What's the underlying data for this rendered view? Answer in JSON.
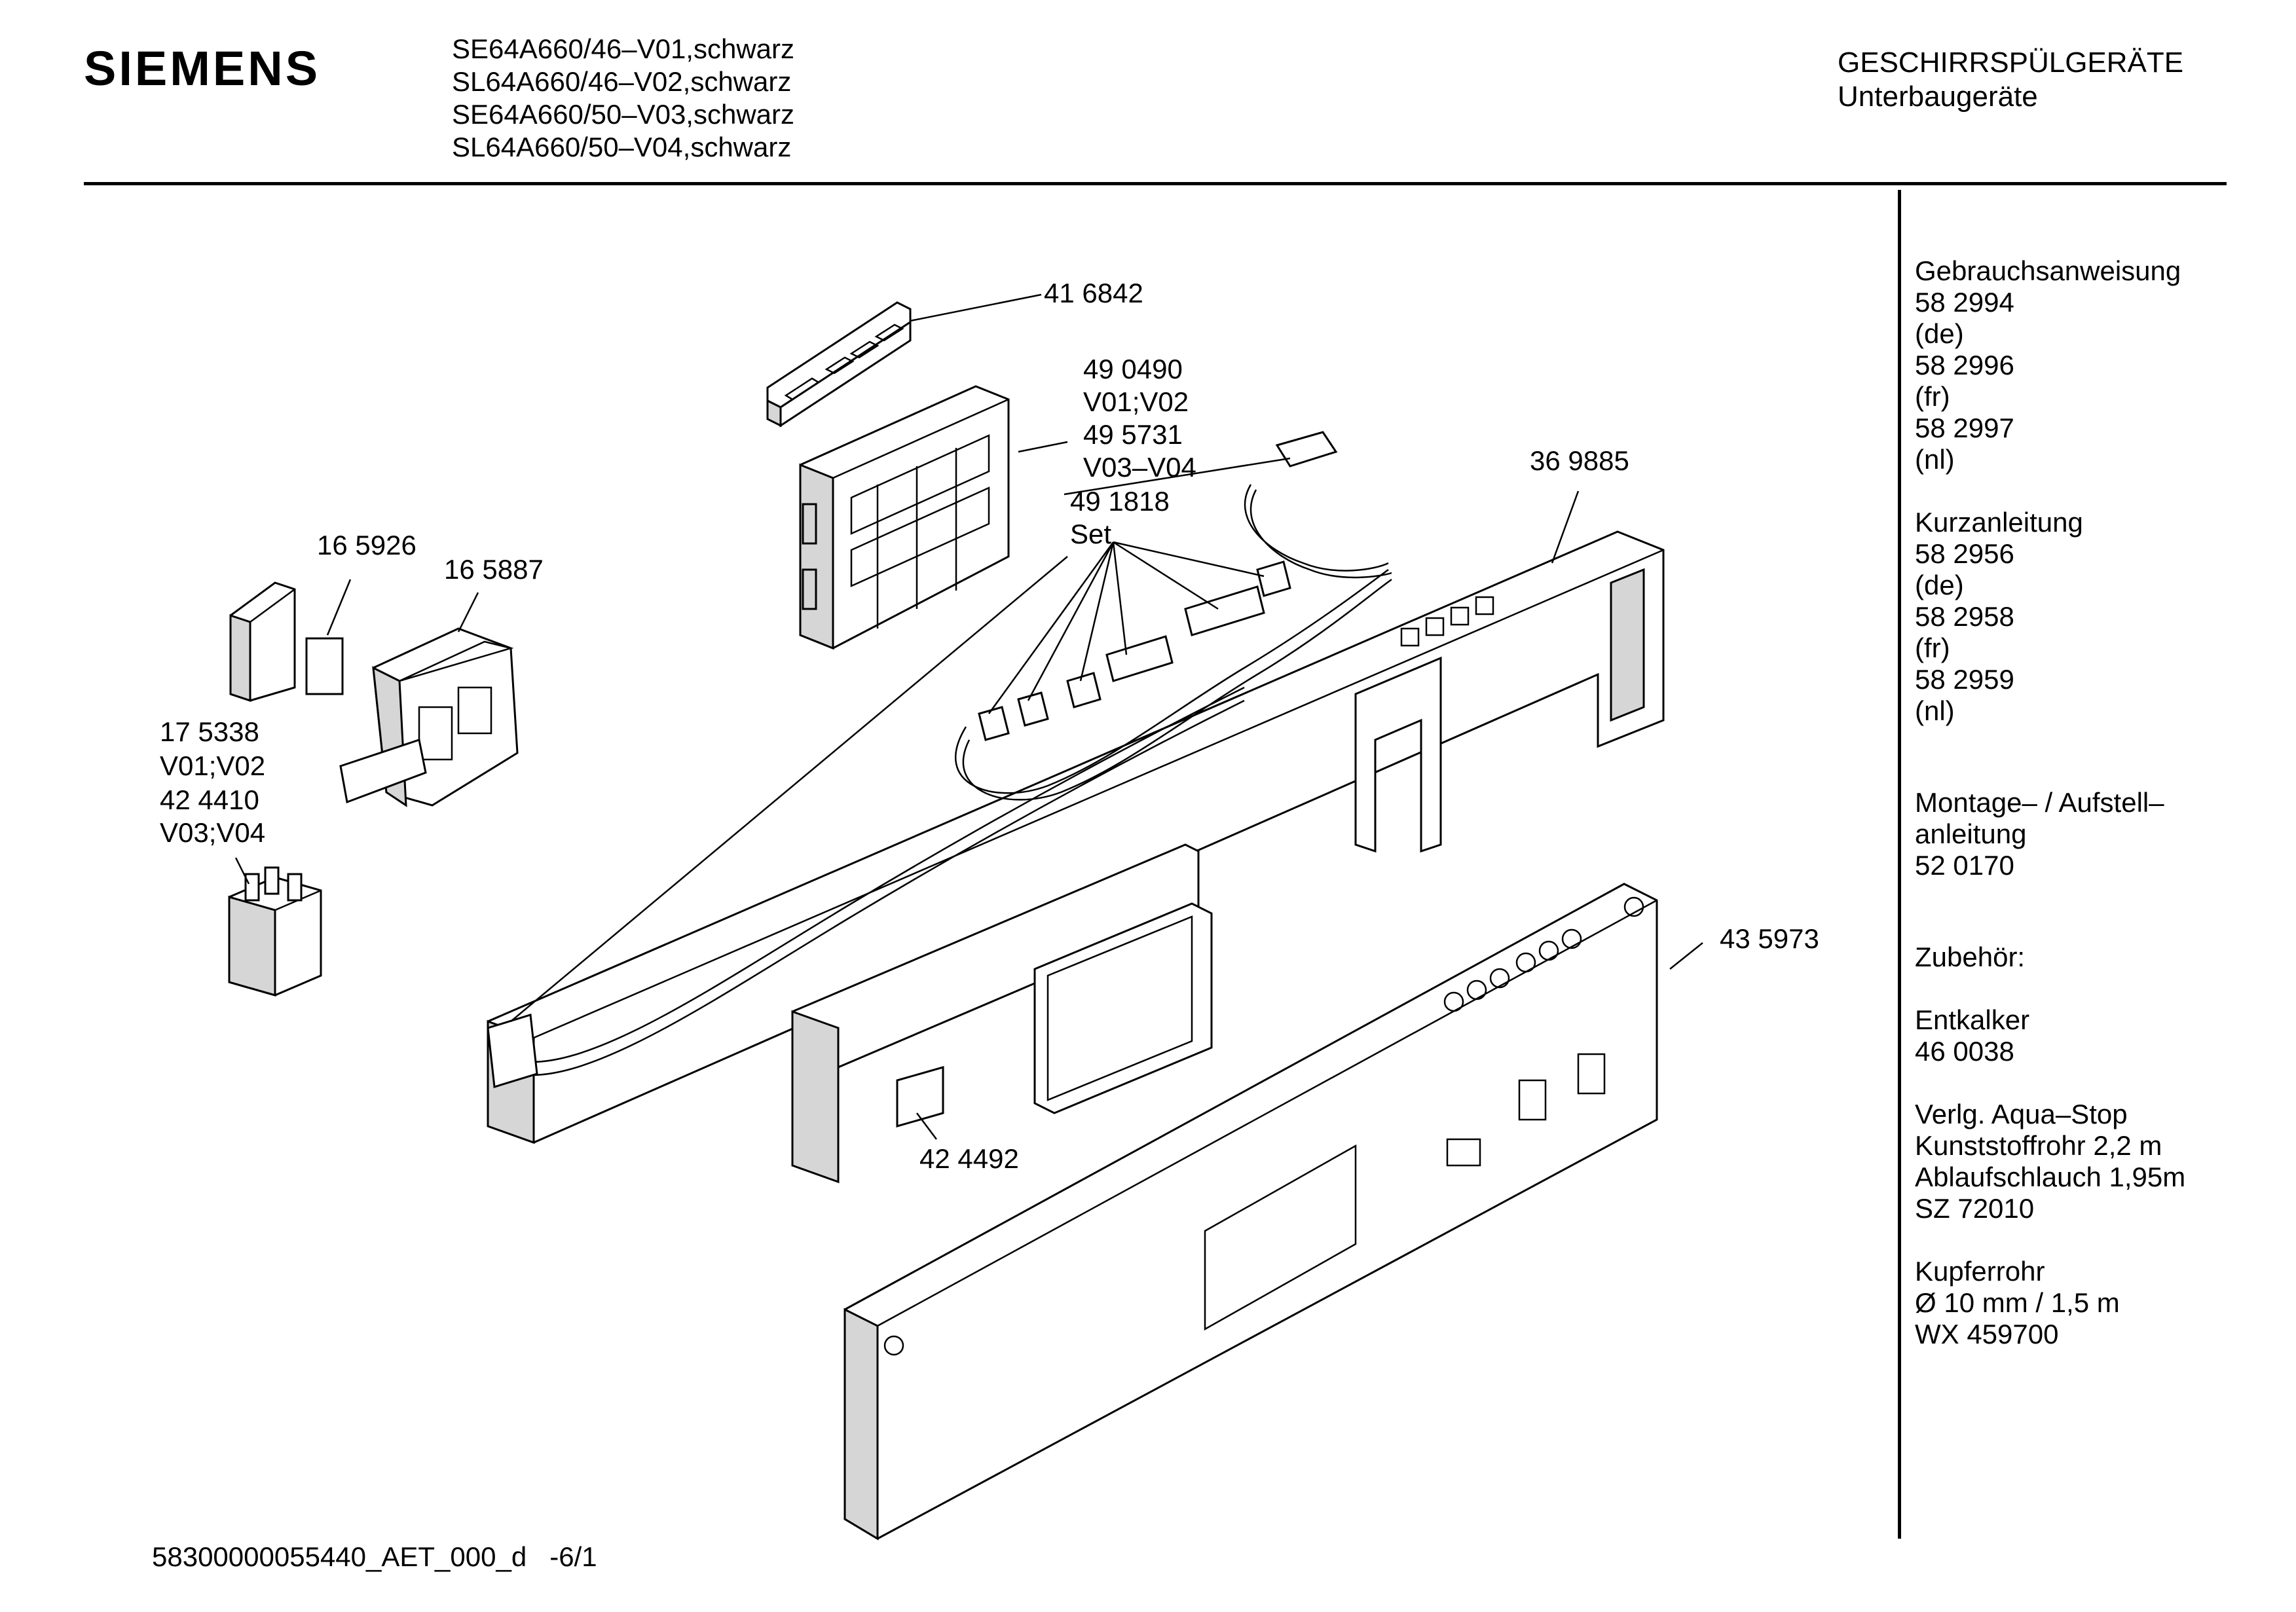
{
  "header": {
    "brand": "SIEMENS",
    "models": [
      "SE64A660/46–V01,schwarz",
      "SL64A660/46–V02,schwarz",
      "SE64A660/50–V03,schwarz",
      "SL64A660/50–V04,schwarz"
    ],
    "category": "GESCHIRRSPÜLGERÄTE",
    "subcategory": "Unterbaugeräte"
  },
  "part_labels": {
    "p416842": "41 6842",
    "p490490": "49 0490",
    "p490490_var": "V01;V02",
    "p495731": "49 5731",
    "p495731_var": "V03–V04",
    "p491818": "49 1818",
    "p491818_set": "Set",
    "p369885": "36 9885",
    "p165926": "16 5926",
    "p165887": "16 5887",
    "p175338": "17 5338",
    "p175338_var": "V01;V02",
    "p424410": "42 4410",
    "p424410_var": "V03;V04",
    "p435973": "43 5973",
    "p424492": "42 4492"
  },
  "sidebar": {
    "manual": [
      "Gebrauchsanweisung",
      "58 2994",
      "(de)",
      "58 2996",
      "(fr)",
      "58 2997",
      "(nl)"
    ],
    "quick_guide": [
      "Kurzanleitung",
      "58 2956",
      "(de)",
      "58 2958",
      "(fr)",
      "58 2959",
      "(nl)"
    ],
    "installation": [
      "Montage– / Aufstell–",
      "anleitung",
      "52 0170"
    ],
    "accessories": [
      "Zubehör:"
    ],
    "descaler": [
      "Entkalker",
      "46 0038"
    ],
    "aquastop": [
      "Verlg. Aqua–Stop",
      "Kunststoffrohr 2,2 m",
      "Ablaufschlauch 1,95m",
      "SZ 72010"
    ],
    "copper": [
      "Kupferrohr",
      "Ø 10 mm / 1,5 m",
      "WX 459700"
    ]
  },
  "footer": {
    "doc_id": "58300000055440_AET_000_d",
    "page": "-6/1"
  }
}
